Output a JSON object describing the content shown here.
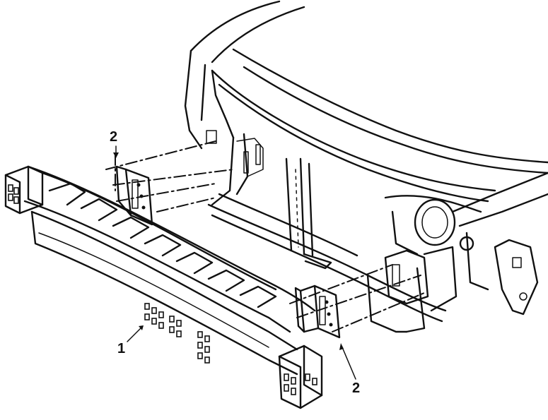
{
  "callouts": [
    {
      "label": "2"
    },
    {
      "label": "1"
    },
    {
      "label": "2"
    }
  ]
}
